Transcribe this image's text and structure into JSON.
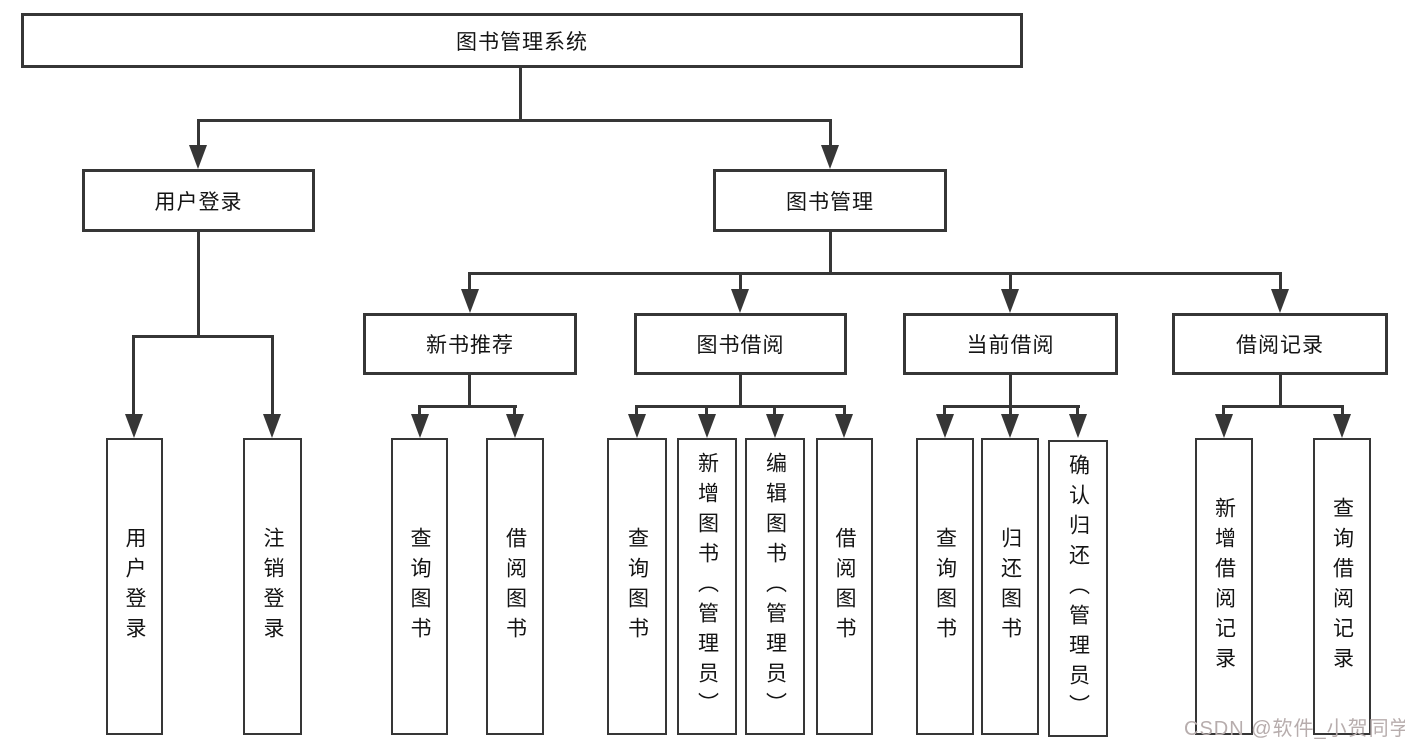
{
  "tree": {
    "root": {
      "label": "图书管理系统"
    },
    "children": [
      {
        "label": "用户登录",
        "children": [
          {
            "label": "用户登录"
          },
          {
            "label": "注销登录"
          }
        ]
      },
      {
        "label": "图书管理",
        "children": [
          {
            "label": "新书推荐",
            "children": [
              {
                "label": "查询图书"
              },
              {
                "label": "借阅图书"
              }
            ]
          },
          {
            "label": "图书借阅",
            "children": [
              {
                "label": "查询图书"
              },
              {
                "label": "新增图书（管理员）"
              },
              {
                "label": "编辑图书（管理员）"
              },
              {
                "label": "借阅图书"
              }
            ]
          },
          {
            "label": "当前借阅",
            "children": [
              {
                "label": "查询图书"
              },
              {
                "label": "归还图书"
              },
              {
                "label": "确认归还（管理员）"
              }
            ]
          },
          {
            "label": "借阅记录",
            "children": [
              {
                "label": "新增借阅记录"
              },
              {
                "label": "查询借阅记录"
              }
            ]
          }
        ]
      }
    ]
  },
  "watermark": {
    "text": "CSDN @软件_小贺同学"
  },
  "colors": {
    "line": "#363636",
    "box_border": "#363636",
    "text": "#141414",
    "background": "#ffffff",
    "watermark": "#b7adad"
  }
}
